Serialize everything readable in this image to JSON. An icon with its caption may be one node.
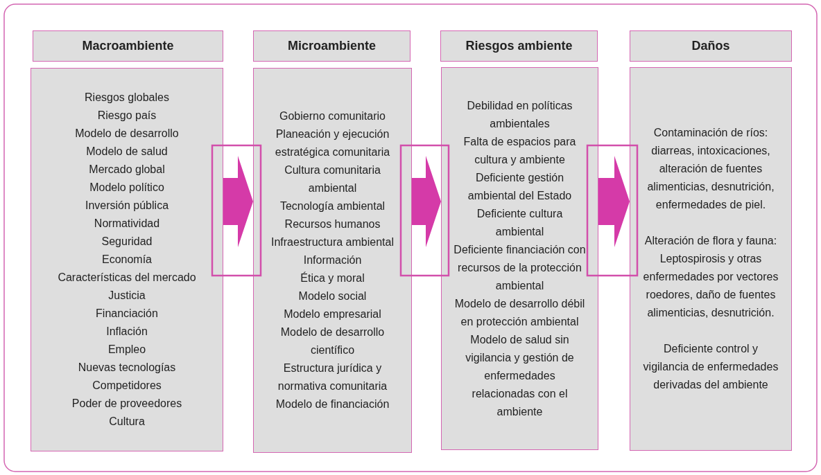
{
  "diagram": {
    "nodes": [
      {
        "text": [
          "Macroambiente"
        ]
      },
      {
        "text": [
          "Riesgos globales",
          "Riesgo país",
          "Modelo de desarrollo",
          "Modelo de salud",
          "Mercado global",
          "Modelo político",
          "Inversión pública",
          "Normatividad",
          "Seguridad",
          "Economía",
          "Características del mercado",
          "Justicia",
          "Financiación",
          "Inflación",
          "Empleo",
          "Nuevas tecnologías",
          "Competidores",
          "Poder de proveedores",
          "Cultura"
        ]
      },
      {
        "text": [
          "Microambiente"
        ]
      },
      {
        "text": [
          "Gobierno comunitario",
          "Planeación y ejecución estratégica comunitaria",
          "Cultura comunitaria ambiental",
          "Tecnología ambiental",
          "Recursos humanos",
          "Infraestructura ambiental",
          "Información",
          "Ética y moral",
          "Modelo social",
          "Modelo empresarial",
          "Modelo de desarrollo científico",
          "Estructura jurídica y normativa comunitaria",
          "Modelo de financiación"
        ]
      },
      {
        "text": [
          "Riesgos ambiente"
        ]
      },
      {
        "text": [
          "Debilidad en políticas ambientales",
          "Falta de espacios para cultura y ambiente",
          "Deficiente gestión ambiental del Estado",
          "Deficiente cultura ambiental",
          "Deficiente financiación con recursos de la protección ambiental",
          "Modelo de desarrollo débil en protección ambiental",
          "Modelo de salud sin vigilancia y gestión de enfermedades relacionadas con el ambiente"
        ]
      },
      {
        "text": [
          "Daños"
        ]
      },
      {
        "text": [
          "Contaminación de ríos: diarreas, intoxicaciones, alteración de fuentes alimenticias, desnutrición, enfermedades de piel.",
          "Alteración de flora y fauna: Leptospirosis y otras enfermedades por vectores roedores, daño de fuentes alimenticias, desnutrición.",
          "Deficiente control y vigilancia de enfermedades derivadas del ambiente"
        ]
      }
    ],
    "edges": [
      {
        "from": 1,
        "to": 3,
        "arrow": "to"
      },
      {
        "from": 3,
        "to": 5,
        "arrow": "to"
      },
      {
        "from": 5,
        "to": 7,
        "arrow": "to"
      }
    ]
  }
}
